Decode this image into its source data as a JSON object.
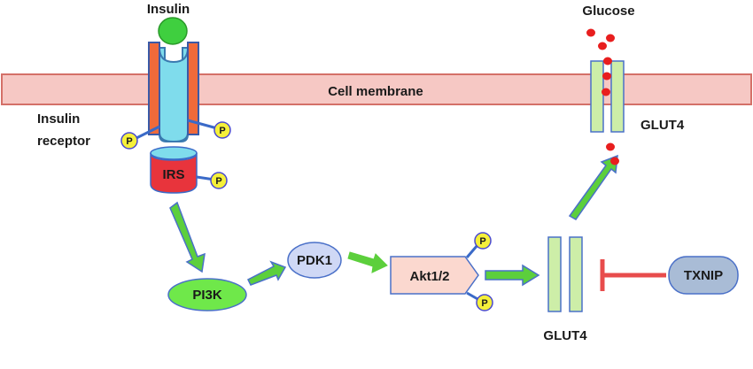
{
  "labels": {
    "insulin": "Insulin",
    "glucose": "Glucose",
    "cell_membrane": "Cell membrane",
    "insulin_receptor_line1": "Insulin",
    "insulin_receptor_line2": "receptor",
    "glut4_membrane": "GLUT4",
    "glut4_vesicle": "GLUT4",
    "irs": "IRS",
    "pi3k": "PI3K",
    "pdk1": "PDK1",
    "akt": "Akt1/2",
    "txnip": "TXNIP",
    "phospho": "P"
  },
  "colors": {
    "membrane_fill": "#f6c8c4",
    "membrane_stroke": "#d47068",
    "insulin_ball": "#3fcf3f",
    "receptor_outer": "#f06a3a",
    "receptor_inner": "#7fdcec",
    "irs_fill": "#e8343c",
    "phospho_fill": "#f5f03a",
    "arrow_green": "#5ccf3c",
    "arrow_blue": "#4a70c8",
    "glut4_fill": "#cdeea8",
    "pi3k_fill": "#6fe84a",
    "pdk1_fill": "#cfd8f5",
    "akt_fill": "#fbd8cf",
    "txnip_fill": "#a9bcd6",
    "inhibit_red": "#e84c4c",
    "glucose_dot": "#e81e1e"
  }
}
